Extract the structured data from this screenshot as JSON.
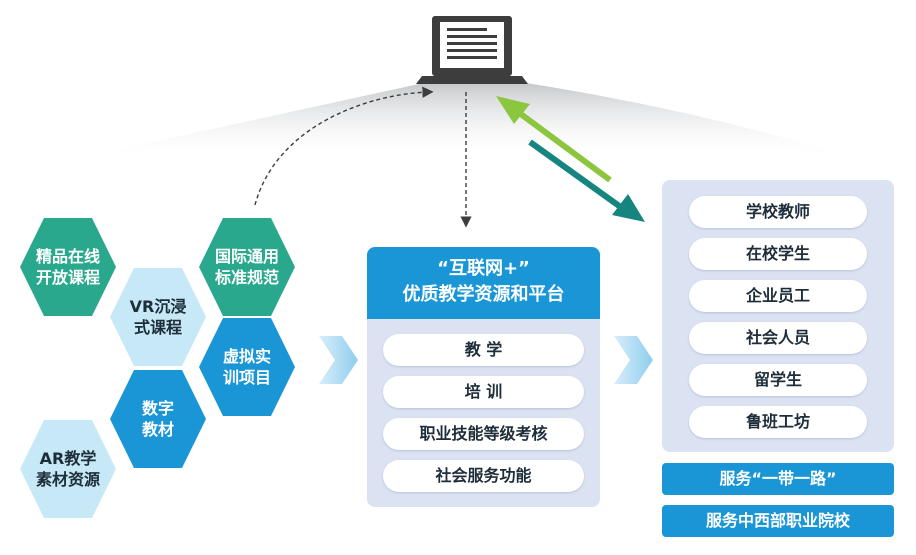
{
  "hexagons": [
    {
      "id": "quality-courses",
      "label": "精品在线\n开放课程",
      "color": "#2aa88e"
    },
    {
      "id": "vr-courses",
      "label": "VR沉浸\n式课程",
      "color": "#c7e9f7"
    },
    {
      "id": "standards",
      "label": "国际通用\n标准规范",
      "color": "#2aa88e"
    },
    {
      "id": "virtual-training",
      "label": "虚拟实\n训项目",
      "color": "#1a96d6"
    },
    {
      "id": "digital-textbooks",
      "label": "数字\n教材",
      "color": "#1a96d6"
    },
    {
      "id": "ar-resources",
      "label": "AR教学\n素材资源",
      "color": "#c7e9f7"
    }
  ],
  "platform": {
    "title_line1": "“互联网+”",
    "title_line2": "优质教学资源和平台",
    "items": [
      "教 学",
      "培 训",
      "职业技能等级考核",
      "社会服务功能"
    ]
  },
  "audience": {
    "items": [
      "学校教师",
      "在校学生",
      "企业员工",
      "社会人员",
      "留学生",
      "鲁班工坊"
    ]
  },
  "services": [
    "服务“一带一路”",
    "服务中西部职业院校"
  ],
  "colors": {
    "accent_blue": "#1a96d6",
    "teal": "#2aa88e",
    "light_blue": "#c7e9f7",
    "panel_bg": "#dbe3f3",
    "laptop": "#3d3d3d",
    "arrow_green": "#8cc63f",
    "arrow_dark_teal": "#17857f"
  },
  "icons": {
    "computer": "laptop-icon"
  }
}
